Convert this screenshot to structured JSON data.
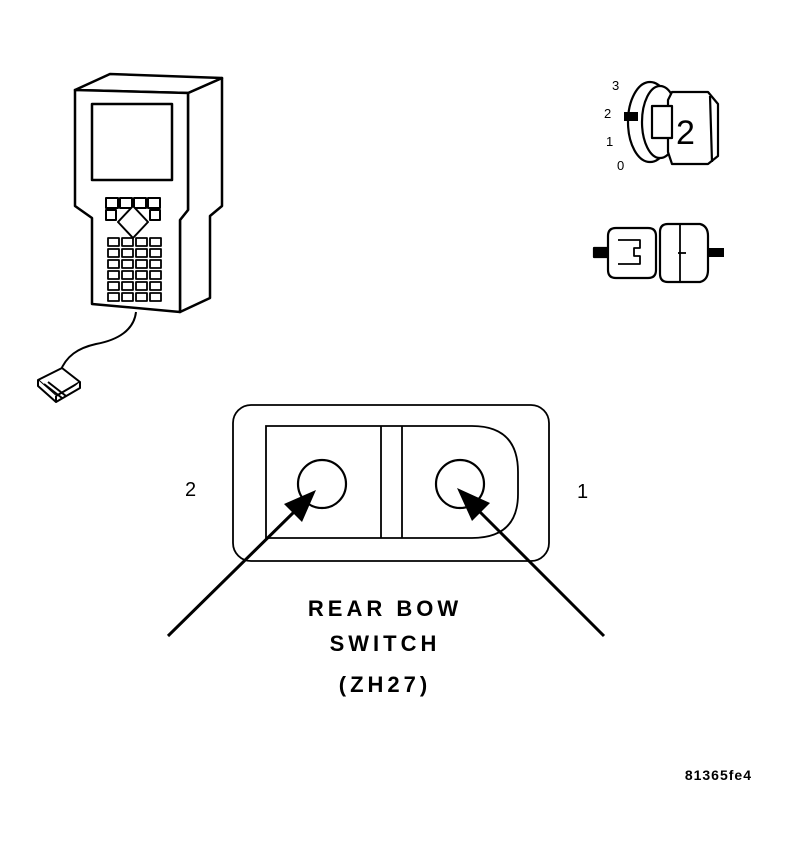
{
  "ignition": {
    "positions": [
      "3",
      "2",
      "1",
      "0"
    ],
    "key_number": "2"
  },
  "switch": {
    "side_left_label": "2",
    "side_right_label": "1",
    "title_line1": "REAR BOW",
    "title_line2": "SWITCH",
    "title_line3": "(ZH27)"
  },
  "figure_id": "81365fe4"
}
